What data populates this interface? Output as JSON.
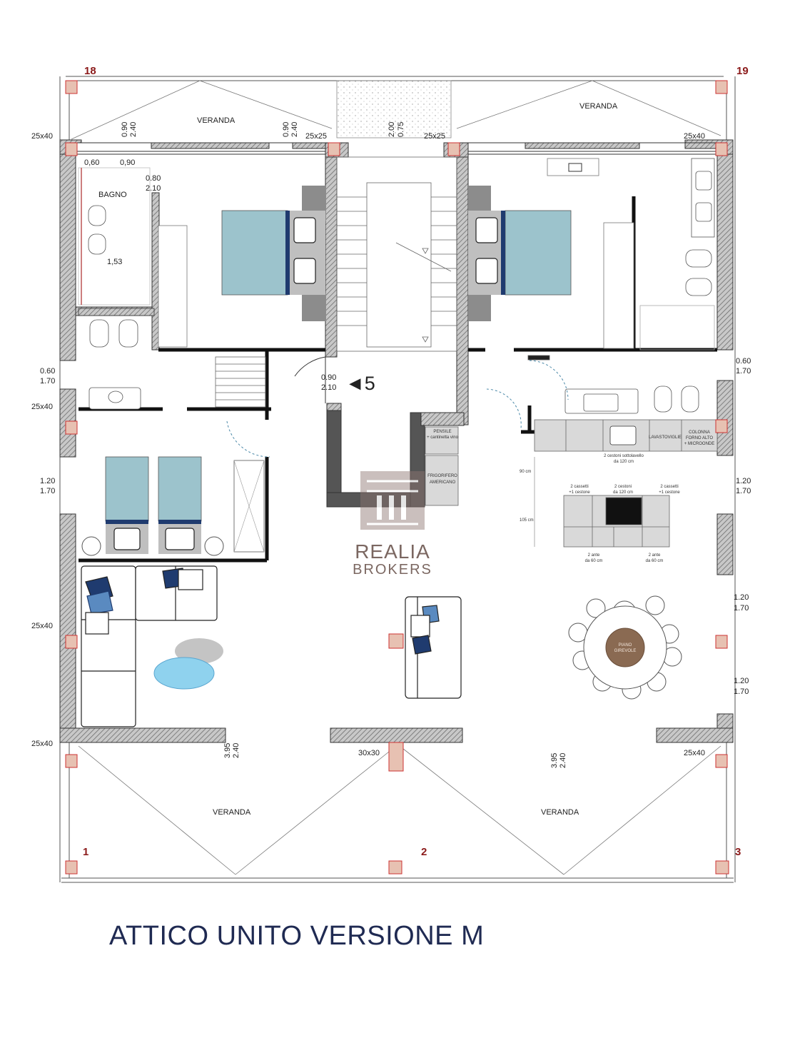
{
  "plan": {
    "title": "ATTICO UNITO VERSIONE M",
    "watermark": {
      "line1": "REALIA",
      "line2": "BROKERS"
    },
    "grid_markers": {
      "g18": "18",
      "g19": "19",
      "g1": "1",
      "g2": "2",
      "g3": "3"
    },
    "rooms": {
      "veranda_tl": "VERANDA",
      "veranda_tr": "VERANDA",
      "veranda_bl": "VERANDA",
      "veranda_br": "VERANDA",
      "bagno": "BAGNO"
    },
    "pillars": {
      "p_tl": "25x40",
      "p_tm1": "25x25",
      "p_tm2": "25x25",
      "p_tr": "25x40",
      "p_l1": "25x40",
      "p_l2": "25x40",
      "p_bl": "25x40",
      "p_bm": "30x30",
      "p_br": "25x40"
    },
    "dimensions": {
      "d_tl_a": "0.90",
      "d_tl_b": "2.40",
      "d_tm_a": "0.90",
      "d_tm_b": "2.40",
      "d_stair_a": "2.00",
      "d_stair_b": "0.75",
      "d_bagno_w1": "0,60",
      "d_bagno_w2": "0,90",
      "d_door_a": "0.80",
      "d_door_b": "2.10",
      "d_bagno_len": "1,53",
      "d_entry_a": "0.90",
      "d_entry_b": "2.10",
      "entry_mark": "◄5",
      "d_l1_a": "0.60",
      "d_l1_b": "1.70",
      "d_l2_a": "1.20",
      "d_l2_b": "1.70",
      "d_r1_a": "0.60",
      "d_r1_b": "1.70",
      "d_r2_a": "1.20",
      "d_r2_b": "1.70",
      "d_r3_a": "1.20",
      "d_r3_b": "1.70",
      "d_r4_a": "1.20",
      "d_r4_b": "1.70",
      "d_b1_a": "3.95",
      "d_b1_b": "2.40",
      "d_b2_a": "3.95",
      "d_b2_b": "2.40"
    },
    "kitchen": {
      "pensile": "PENSILE",
      "pensile2": "+ cantinetta vino",
      "frigo1": "FRIGORIFERO",
      "frigo2": "AMERICANO",
      "lavastoviglie": "LAVASTOVIGLIE",
      "colonna1": "COLONNA",
      "colonna2": "FORNO ALTO",
      "colonna3": "+ MICROONDE",
      "cestoni1": "2 cestoni sottolavello",
      "cestoni2": "da 120 cm",
      "d90": "90 cm",
      "d105": "105 cm",
      "isl1a": "2 cassetti",
      "isl1b": "+1 cestone",
      "isl2a": "2 cestoni",
      "isl2b": "da 120 cm",
      "isl3a": "2 cassetti",
      "isl3b": "+1 cestone",
      "ante1a": "2 ante",
      "ante1b": "da 60 cm",
      "ante2a": "2 ante",
      "ante2b": "da 60 cm"
    },
    "table": {
      "label1": "PIANO",
      "label2": "GIREVOLE"
    }
  },
  "colors": {
    "wall_hatch": "#9a9a9a",
    "bed": "#9cc3cc",
    "navy": "#1f3b6f",
    "grid_red": "#8b1a1a",
    "table_brown": "#8a6a52",
    "title": "#1f2a52"
  }
}
